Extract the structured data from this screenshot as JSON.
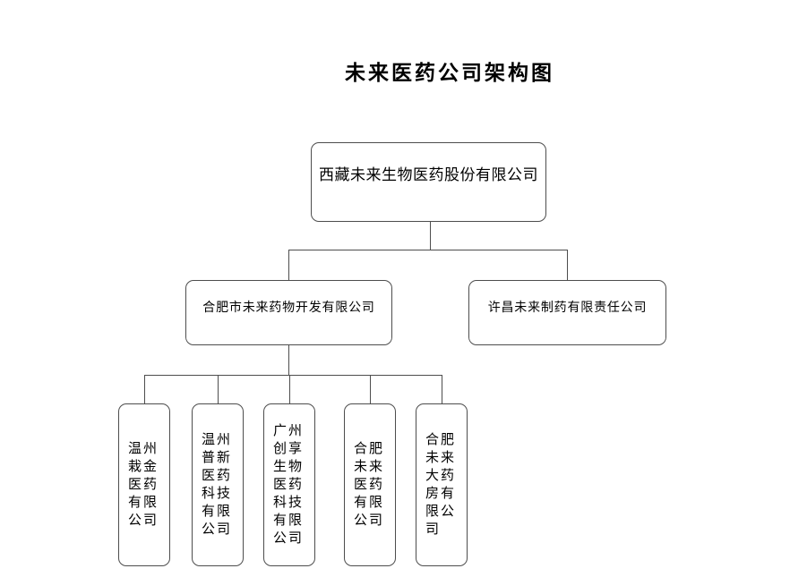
{
  "title": "未来医药公司架构图",
  "org": {
    "root": {
      "name": "西藏未来生物医药股份有限公司"
    },
    "level2": [
      {
        "name": "合肥市未来药物开发有限公司"
      },
      {
        "name": "许昌未来制药有限责任公司"
      }
    ],
    "level3": [
      {
        "name": "温州栽金医药有限公司"
      },
      {
        "name": "温州普新医药科技有限公司"
      },
      {
        "name": "广州创享生物医药科技有限公司"
      },
      {
        "name": "合肥未来医药有限公司"
      },
      {
        "name": "合肥未来大药房有限公司"
      }
    ]
  },
  "colors": {
    "background": "#ffffff",
    "line": "#4d4d4d",
    "border": "#4d4d4d",
    "text": "#000000"
  }
}
